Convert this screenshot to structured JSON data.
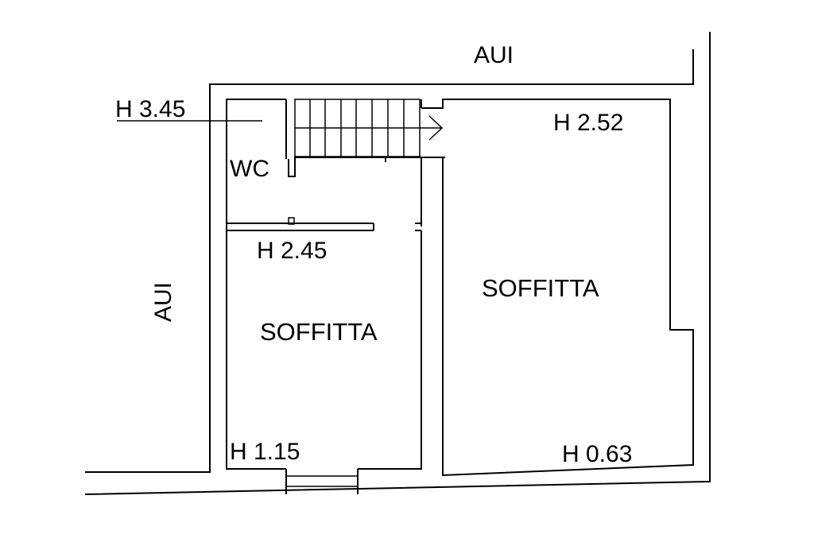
{
  "labels": {
    "aui_top": "AUI",
    "aui_left": "AUI",
    "h_345": "H 3.45",
    "h_252": "H 2.52",
    "wc": "WC",
    "h_245": "H 2.45",
    "soffitta_left": "SOFFITTA",
    "soffitta_right": "SOFFITTA",
    "h_115": "H 1.15",
    "h_063": "H 0.63"
  },
  "colors": {
    "line": "#000000",
    "background": "#ffffff"
  }
}
